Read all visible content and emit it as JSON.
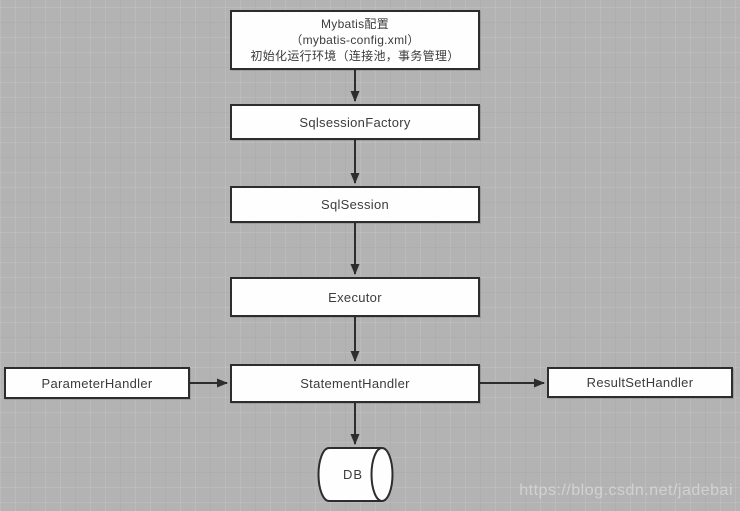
{
  "page": {
    "watermark": "https://blog.csdn.net/jadebai"
  },
  "diagram": {
    "nodes": {
      "config": {
        "lines": [
          "Mybatis配置",
          "（mybatis-config.xml）",
          "初始化运行环境（连接池，事务管理）"
        ]
      },
      "factory": {
        "label": "SqlsessionFactory"
      },
      "session": {
        "label": "SqlSession"
      },
      "executor": {
        "label": "Executor"
      },
      "parameter": {
        "label": "ParameterHandler"
      },
      "statement": {
        "label": "StatementHandler"
      },
      "resultset": {
        "label": "ResultSetHandler"
      },
      "db": {
        "label": "DB"
      }
    },
    "edges": [
      {
        "from": "config",
        "to": "factory"
      },
      {
        "from": "factory",
        "to": "session"
      },
      {
        "from": "session",
        "to": "executor"
      },
      {
        "from": "executor",
        "to": "statement"
      },
      {
        "from": "parameter",
        "to": "statement"
      },
      {
        "from": "statement",
        "to": "resultset"
      },
      {
        "from": "statement",
        "to": "db"
      }
    ],
    "colors": {
      "canvas": "#b3b3b3",
      "node_fill": "#fefefe",
      "node_border": "#2d2d2d",
      "arrow": "#2d2d2d",
      "text": "#3c3c3c",
      "watermark": "#c8c8c8"
    }
  }
}
